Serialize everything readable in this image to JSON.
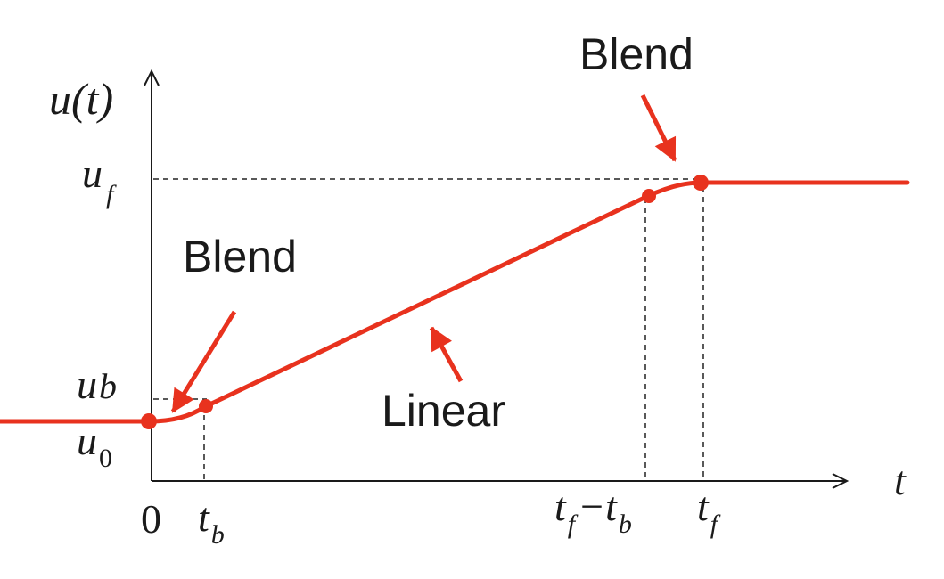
{
  "colors": {
    "curve": "#e8321e",
    "axis": "#1a1a1a",
    "guide": "#222222",
    "background": "#ffffff"
  },
  "axes": {
    "y_label": "u(t)",
    "x_label": "t",
    "y_ticks": {
      "uf": "u",
      "uf_sub": "f",
      "ub": "u",
      "ub_sub": "b",
      "u0": "u",
      "u0_sub": "0"
    },
    "x_ticks": {
      "zero": "0",
      "tb": "t",
      "tb_sub": "b",
      "tf_minus_tb_a": "t",
      "tf_minus_tb_a_sub": "f",
      "tf_minus_tb_op": "−",
      "tf_minus_tb_b": "t",
      "tf_minus_tb_b_sub": "b",
      "tf": "t",
      "tf_sub": "f"
    }
  },
  "annotations": {
    "blend_start": "Blend",
    "blend_end": "Blend",
    "linear": "Linear"
  }
}
